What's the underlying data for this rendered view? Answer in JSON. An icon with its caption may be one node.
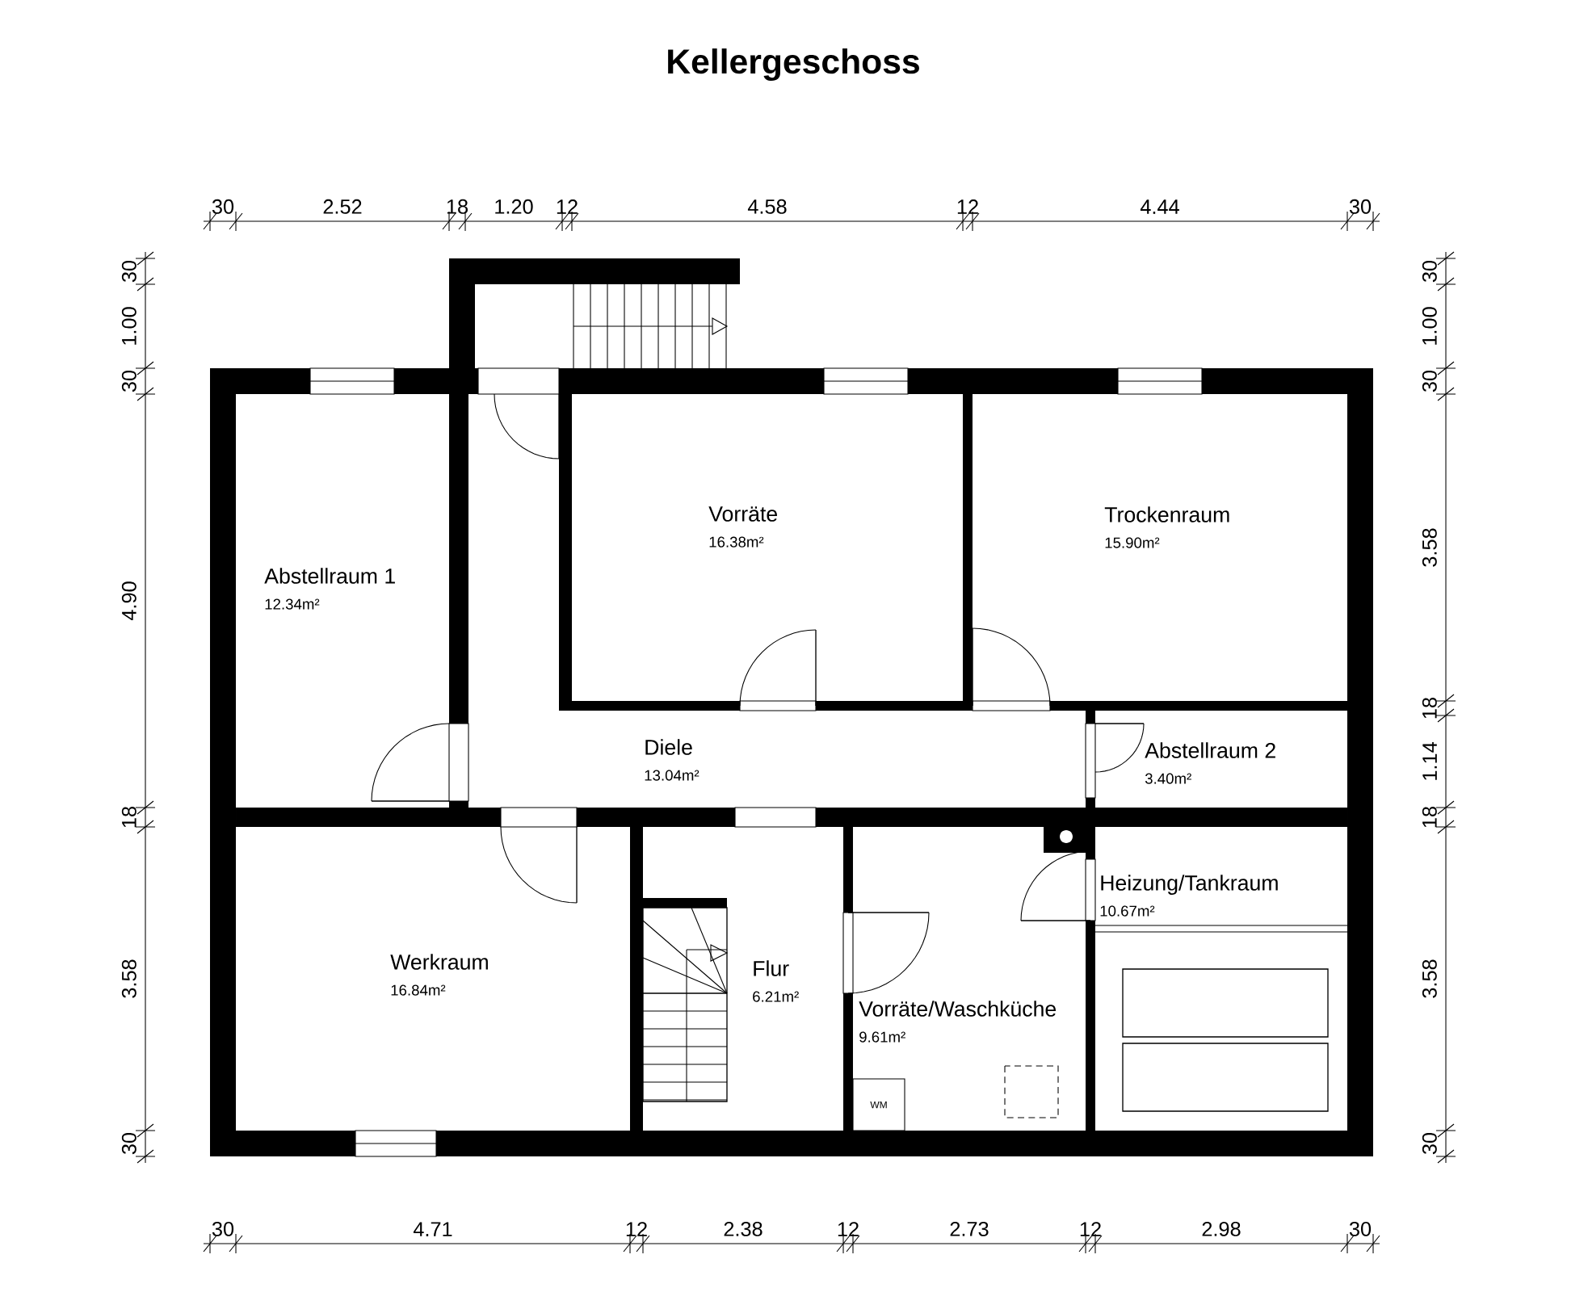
{
  "diagram": {
    "title": "Kellergeschoss",
    "nodes": [
      {
        "text": [
          "Vorräte",
          "16.38m²"
        ]
      },
      {
        "text": [
          "Trockenraum",
          "15.90m²"
        ]
      },
      {
        "text": [
          "Abstellraum 1",
          "12.34m²"
        ]
      },
      {
        "text": [
          "Diele",
          "13.04m²"
        ]
      },
      {
        "text": [
          "Abstellraum 2",
          "3.40m²"
        ]
      },
      {
        "text": [
          "Heizung/Tankraum",
          "10.67m²"
        ]
      },
      {
        "text": [
          "Werkraum",
          "16.84m²"
        ]
      },
      {
        "text": [
          "Flur",
          "6.21m²"
        ]
      },
      {
        "text": [
          "Vorräte/Waschküche",
          "9.61m²"
        ]
      }
    ],
    "labels": [
      "30",
      "2.52",
      "18",
      "1.20",
      "12",
      "4.58",
      "12",
      "4.44",
      "30",
      "30",
      "1.00",
      "30",
      "4.90",
      "18",
      "3.58",
      "30",
      "30",
      "1.00",
      "30",
      "3.58",
      "18",
      "1.14",
      "18",
      "3.58",
      "30",
      "30",
      "4.71",
      "12",
      "2.38",
      "12",
      "2.73",
      "12",
      "2.98",
      "30",
      "WM"
    ]
  }
}
